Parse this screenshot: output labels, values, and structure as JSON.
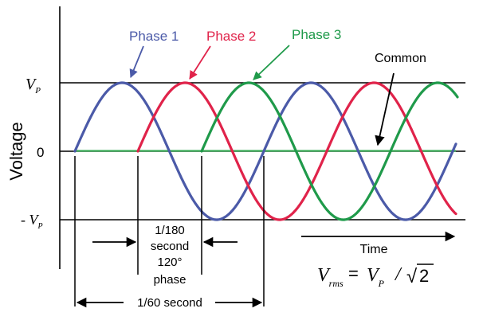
{
  "axis": {
    "ylabel": "Voltage",
    "vp_main": "V",
    "vp_sub": "P",
    "neg_prefix": "- V",
    "neg_sub": "P",
    "zero": "0",
    "time": "Time"
  },
  "phases": [
    {
      "name": "Phase 1",
      "color": "#4b5aa8"
    },
    {
      "name": "Phase 2",
      "color": "#e0234a"
    },
    {
      "name": "Phase 3",
      "color": "#1f9a4a"
    }
  ],
  "common": {
    "label": "Common",
    "color": "#3fae5a"
  },
  "annotations": {
    "phase_shift": [
      "1/180",
      "second",
      "120°",
      "phase"
    ],
    "period": "1/60 second"
  },
  "formula": {
    "lhs_main": "V",
    "lhs_sub": "rms",
    "equals": "=",
    "rhs_main": "V",
    "rhs_sub": "P",
    "slash": "/",
    "radical": "√",
    "radicand": "2"
  }
}
